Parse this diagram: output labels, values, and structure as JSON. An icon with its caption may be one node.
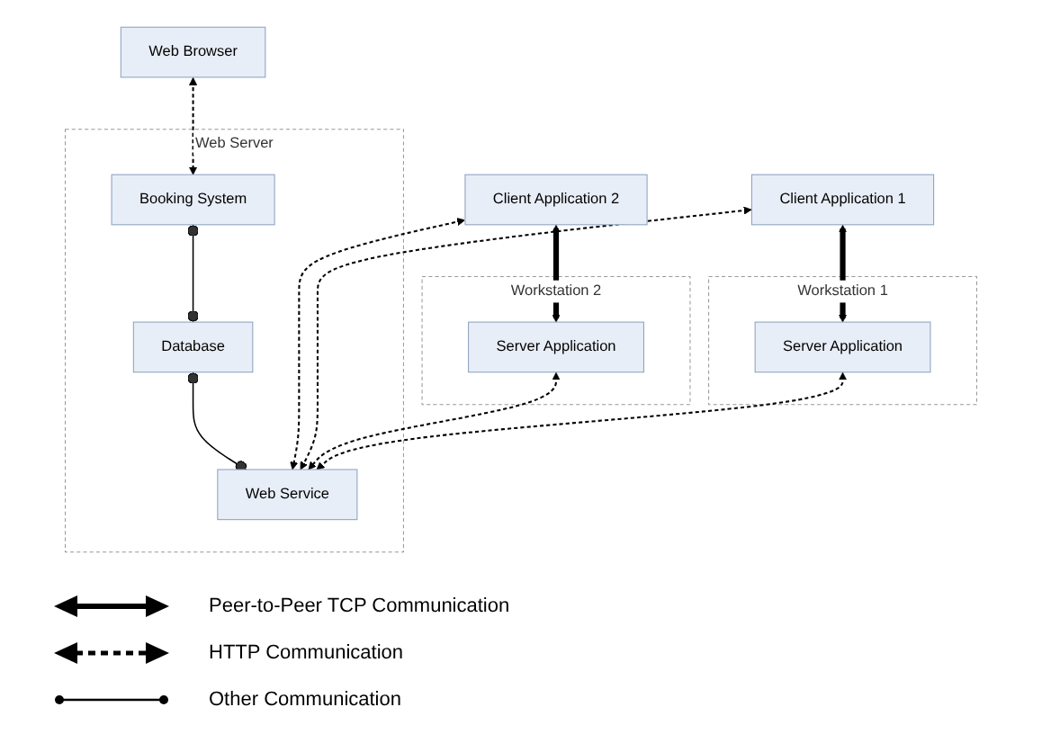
{
  "diagram": {
    "nodes": [
      {
        "text": [
          "Client Application 1"
        ]
      },
      {
        "text": [
          "Client Application 2"
        ]
      },
      {
        "text": [
          "Web Browser"
        ]
      },
      {
        "text": [
          "Workstation 1"
        ]
      },
      {
        "text": [
          "Server Application"
        ],
        "in": 3
      },
      {
        "text": [
          "Workstation 2"
        ]
      },
      {
        "text": [
          "Server Application"
        ],
        "in": 5
      },
      {
        "text": [
          "Web Server"
        ]
      },
      {
        "text": [
          "Booking System"
        ],
        "in": 7
      },
      {
        "text": [
          "Database"
        ],
        "in": 7
      },
      {
        "text": [
          "Web Service"
        ],
        "in": 7
      }
    ],
    "edges": [
      {
        "from": 0,
        "to": 4,
        "arrow": "both",
        "style": "thick"
      },
      {
        "from": 0,
        "to": 10,
        "arrow": "both",
        "style": "dashed"
      },
      {
        "from": 1,
        "to": 6,
        "arrow": "both",
        "style": "thick"
      },
      {
        "from": 1,
        "to": 10,
        "arrow": "both",
        "style": "dashed"
      },
      {
        "from": 2,
        "to": 8,
        "arrow": "both",
        "style": "dashed"
      },
      {
        "from": 8,
        "to": 9,
        "arrow": "other"
      },
      {
        "from": 9,
        "to": 10,
        "arrow": "other"
      },
      {
        "from": 6,
        "to": 10,
        "arrow": "both",
        "style": "dashed"
      },
      {
        "from": 4,
        "to": 10,
        "arrow": "both",
        "style": "dashed"
      }
    ],
    "legend": [
      {
        "text": "Peer-to-Peer TCP Communication"
      },
      {
        "text": "HTTP Communication"
      },
      {
        "text": "Other Communication"
      }
    ]
  }
}
